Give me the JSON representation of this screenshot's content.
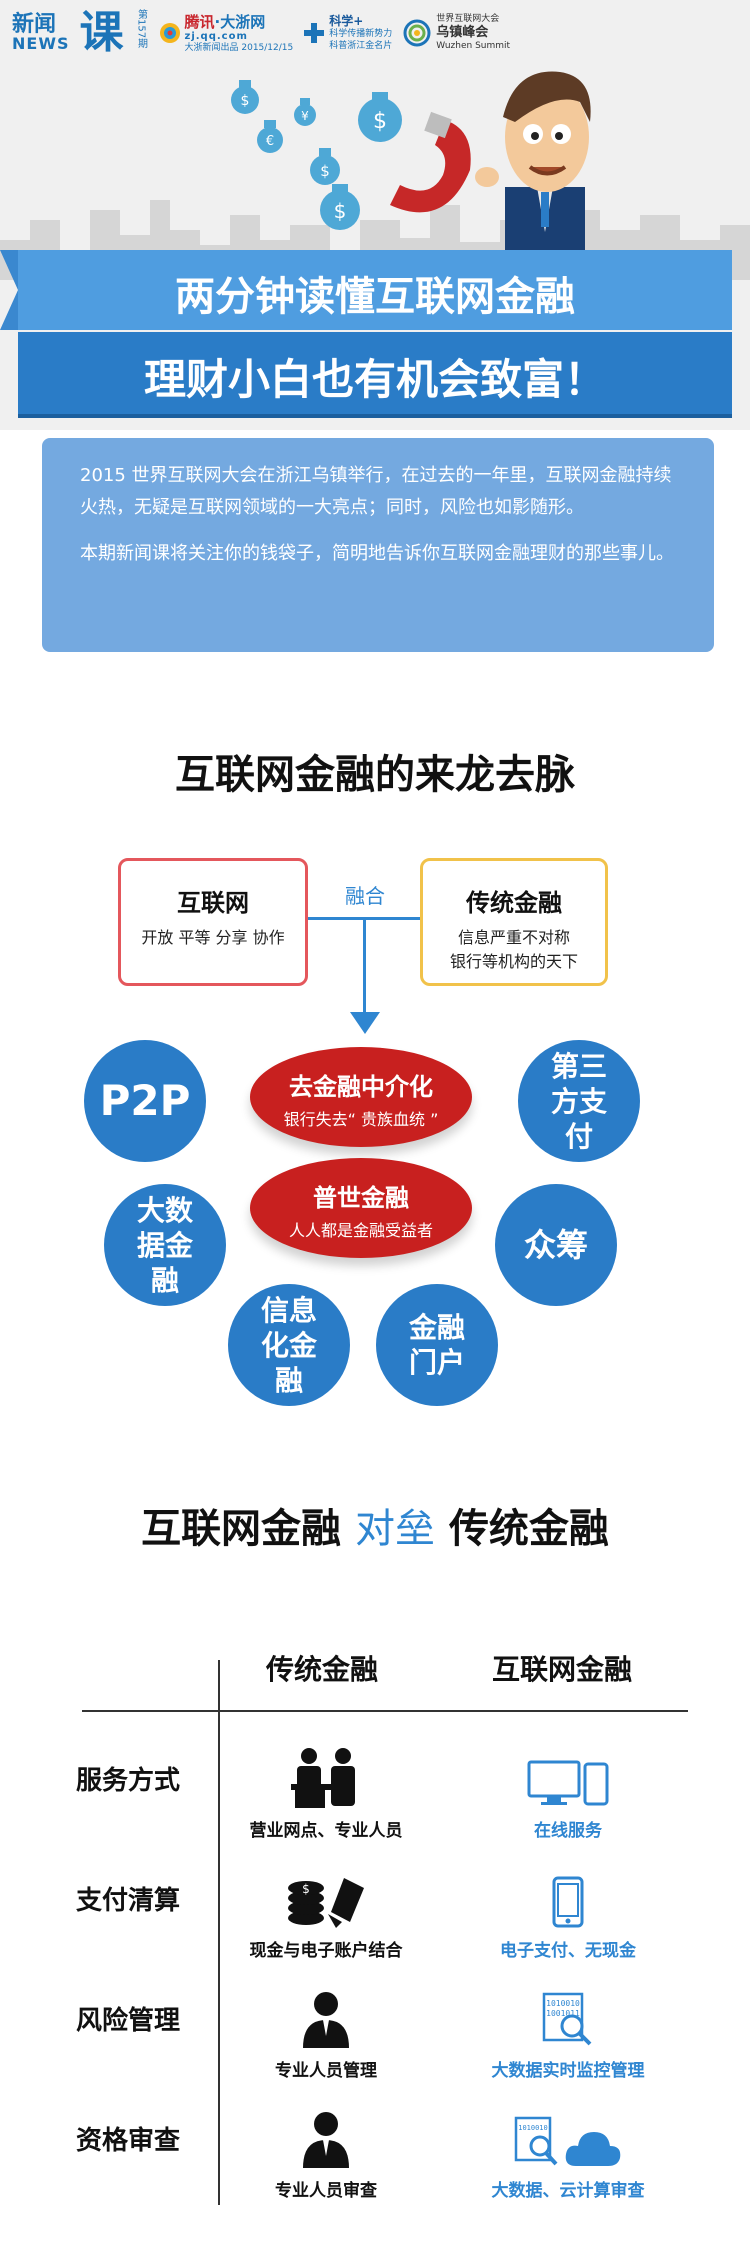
{
  "header": {
    "logo_news_cn": "新闻",
    "logo_news_en": "NEWS",
    "logo_ke": "课",
    "issue": "第157期",
    "partner_qq_name_a": "腾讯",
    "partner_qq_name_b": "·大浙网",
    "partner_qq_url": "zj.qq.com",
    "partner_qq_date": "大浙新闻出品 2015/12/15",
    "partner_kx_name": "科学+",
    "partner_kx_line1": "科学传播新势力",
    "partner_kx_line2": "科普浙江金名片",
    "partner_wz_line1": "世界互联网大会",
    "partner_wz_name": "乌镇峰会",
    "partner_wz_en": "Wuzhen Summit"
  },
  "banner": {
    "line1": "两分钟读懂互联网金融",
    "line2": "理财小白也有机会致富！"
  },
  "intro": {
    "p1": "2015 世界互联网大会在浙江乌镇举行，在过去的一年里，互联网金融持续火热，无疑是互联网领域的一大亮点；同时，风险也如影随形。",
    "p2": "本期新闻课将关注你的钱袋子，简明地告诉你互联网金融理财的那些事儿。"
  },
  "origin": {
    "title": "互联网金融的来龙去脉",
    "internet_title": "互联网",
    "internet_sub": "开放 平等 分享 协作",
    "fuse": "融合",
    "trad_title": "传统金融",
    "trad_sub1": "信息严重不对称",
    "trad_sub2": "银行等机构的天下",
    "oval1_title": "去金融中介化",
    "oval1_sub": "银行失去“ 贵族血统 ”",
    "oval2_title": "普世金融",
    "oval2_sub": "人人都是金融受益者",
    "c_p2p": "P2P",
    "c_third": "第三方支付",
    "c_bigdata": "大数据金融",
    "c_crowd": "众筹",
    "c_info": "信息化金融",
    "c_portal": "金融门户"
  },
  "vs": {
    "left": "互联网金融",
    "mid": "对垒",
    "right": "传统金融"
  },
  "table": {
    "col_trad": "传统金融",
    "col_net": "互联网金融",
    "rows": [
      {
        "label": "服务方式",
        "trad": "营业网点、专业人员",
        "net": "在线服务"
      },
      {
        "label": "支付清算",
        "trad": "现金与电子账户结合",
        "net": "电子支付、无现金"
      },
      {
        "label": "风险管理",
        "trad": "专业人员管理",
        "net": "大数据实时监控管理"
      },
      {
        "label": "资格审查",
        "trad": "专业人员审查",
        "net": "大数据、云计算审查"
      }
    ]
  },
  "icons": {
    "money": "$",
    "euro": "€",
    "yen": "¥",
    "binary_a": "1010010",
    "binary_b": "1001011"
  },
  "colors": {
    "brand_blue": "#2a7cc7",
    "light_blue": "#4f9de0",
    "accent_red": "#c8201f",
    "internet_border": "#e4575c",
    "trad_border": "#f1c24a"
  }
}
